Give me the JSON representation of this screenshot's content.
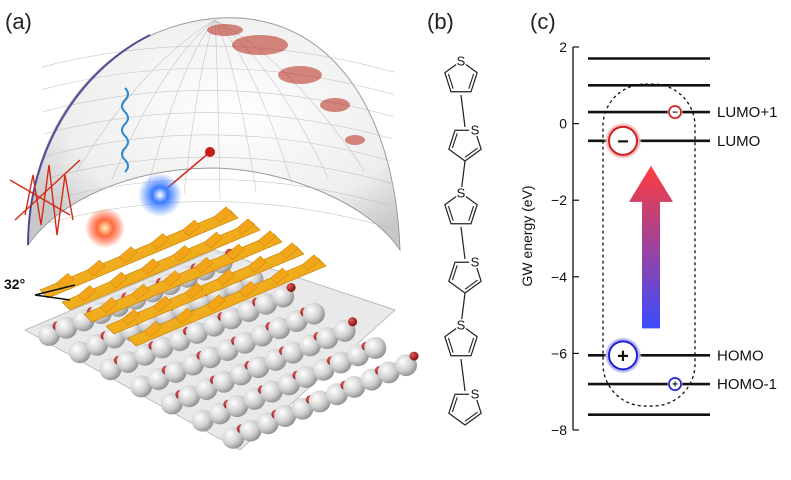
{
  "panels": {
    "a": "(a)",
    "b": "(b)",
    "c": "(c)"
  },
  "panel_a": {
    "tilt_angle": "32°"
  },
  "panel_b": {
    "heteroatom": "S",
    "ring_count": 6
  },
  "chart_data": {
    "type": "energy-level",
    "ylabel": "GW energy (eV)",
    "ylim": [
      -8,
      2
    ],
    "yticks": [
      2,
      0,
      -2,
      -4,
      -6,
      -8
    ],
    "levels": [
      {
        "energy": 1.7,
        "label": ""
      },
      {
        "energy": 1.0,
        "label": ""
      },
      {
        "energy": 0.3,
        "label": "LUMO+1"
      },
      {
        "energy": -0.45,
        "label": "LUMO"
      },
      {
        "energy": -6.05,
        "label": "HOMO"
      },
      {
        "energy": -6.8,
        "label": "HOMO-1"
      },
      {
        "energy": -7.6,
        "label": ""
      }
    ],
    "carriers": [
      {
        "level": "LUMO+1",
        "sign": "−",
        "size": "small"
      },
      {
        "level": "LUMO",
        "sign": "−",
        "size": "large"
      },
      {
        "level": "HOMO",
        "sign": "+",
        "size": "large"
      },
      {
        "level": "HOMO-1",
        "sign": "+",
        "size": "small"
      }
    ],
    "colors": {
      "electron": "#cc2222",
      "hole": "#2222cc",
      "arrow_top": "#ff3b3b",
      "arrow_bottom": "#3b4bff"
    }
  }
}
